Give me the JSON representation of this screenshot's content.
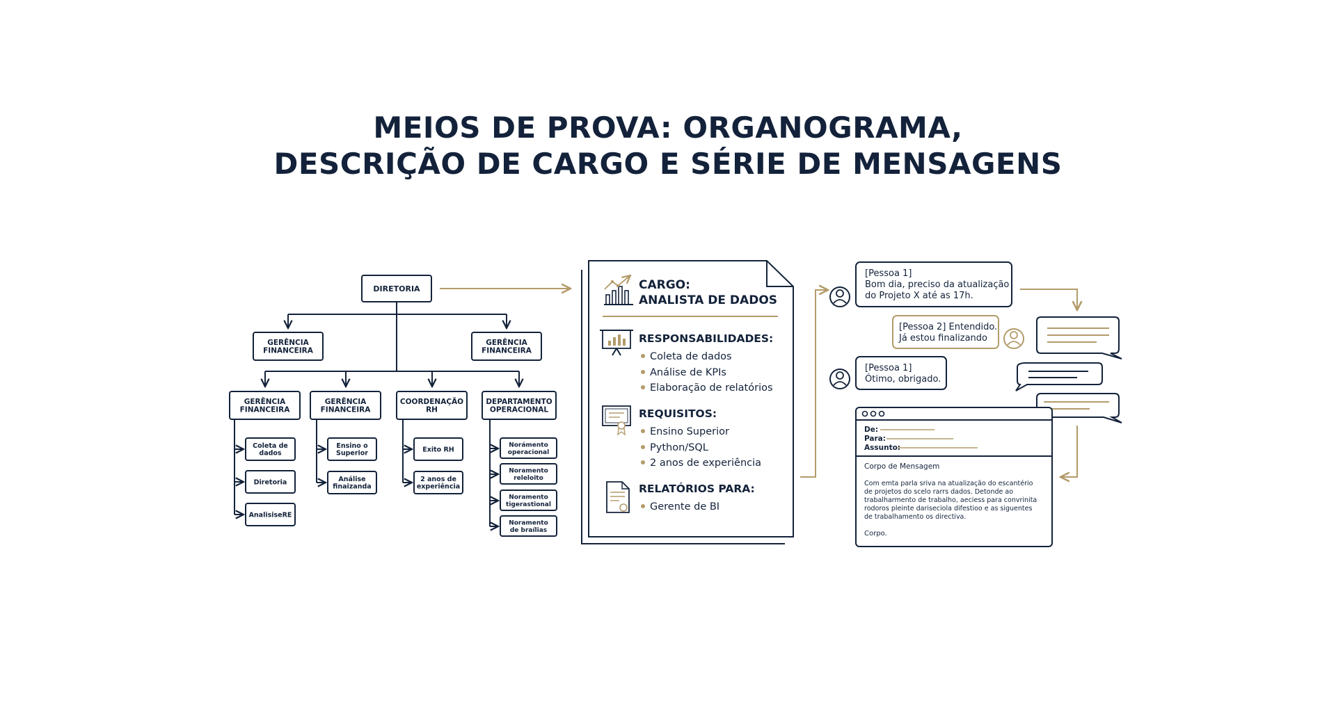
{
  "title": {
    "line1": "MEIOS DE PROVA: ORGANOGRAMA,",
    "line2": "DESCRIÇÃO DE CARGO E SÉRIE DE MENSAGENS"
  },
  "org": {
    "top": "DIRETORIA",
    "level2": [
      "GERÊNCIA\nFINANCEIRA",
      "GERÊNCIA\nFINANCEIRA"
    ],
    "level3": [
      {
        "label": "GERÊNCIA\nFINANCEIRA",
        "children": [
          "Coleta de\ndados",
          "Diretoria",
          "AnalisiseRE"
        ]
      },
      {
        "label": "GERÊNCIA\nFINANCEIRA",
        "children": [
          "Ensino o\nSuperior",
          "Análise\nfinaizanda"
        ]
      },
      {
        "label": "COORDENAÇÃO\nRH",
        "children": [
          "Exito RH",
          "2 anos de\nexperiência"
        ]
      },
      {
        "label": "DEPARTAMENTO\nOPERACIONAL",
        "children": [
          "Norámento\noperacional",
          "Noramento\nreleloito",
          "Noramento\ntigerastional",
          "Noramento\nde braílias"
        ]
      }
    ]
  },
  "job": {
    "cargo_label": "CARGO:",
    "cargo_title": "ANALISTA DE DADOS",
    "sections": [
      {
        "heading": "RESPONSABILIDADES:",
        "icon": "presentation-chart-icon",
        "items": [
          "Coleta de dados",
          "Análise de KPIs",
          "Elaboração de relatórios"
        ]
      },
      {
        "heading": "REQUISITOS:",
        "icon": "certificate-icon",
        "items": [
          "Ensino Superior",
          "Python/SQL",
          "2 anos de experiência"
        ]
      },
      {
        "heading": "RELATÓRIOS PARA:",
        "icon": "report-document-icon",
        "items": [
          "Gerente de BI"
        ]
      }
    ]
  },
  "messages": {
    "chat": [
      {
        "line1": "[Pessoa 1]",
        "line2": "Bom dia, preciso da atualização",
        "line3": "do Projeto X até as 17h."
      },
      {
        "line1": "[Pessoa 2] Entendido.",
        "line2": "Já estou finalizando"
      },
      {
        "line1": "[Pessoa 1]",
        "line2": "Ótimo, obrigado."
      }
    ],
    "email": {
      "de": "De:",
      "para": "Para:",
      "assunto": "Assunto:",
      "body_title": "Corpo de Mensagem",
      "body_lines": [
        "Com emta parla sriva na atualização do escantério",
        "de projetos do scelo rarrs dados. Detonde ao",
        "trabalharmento de trabalho, aeciess para convrinita",
        "rodoros pleinte dariseciola difestioo e as siguentes",
        "de trabalhamento os directiva."
      ],
      "sign": "Corpo."
    }
  },
  "colors": {
    "navy": "#13223a",
    "gold": "#b39b6a"
  }
}
